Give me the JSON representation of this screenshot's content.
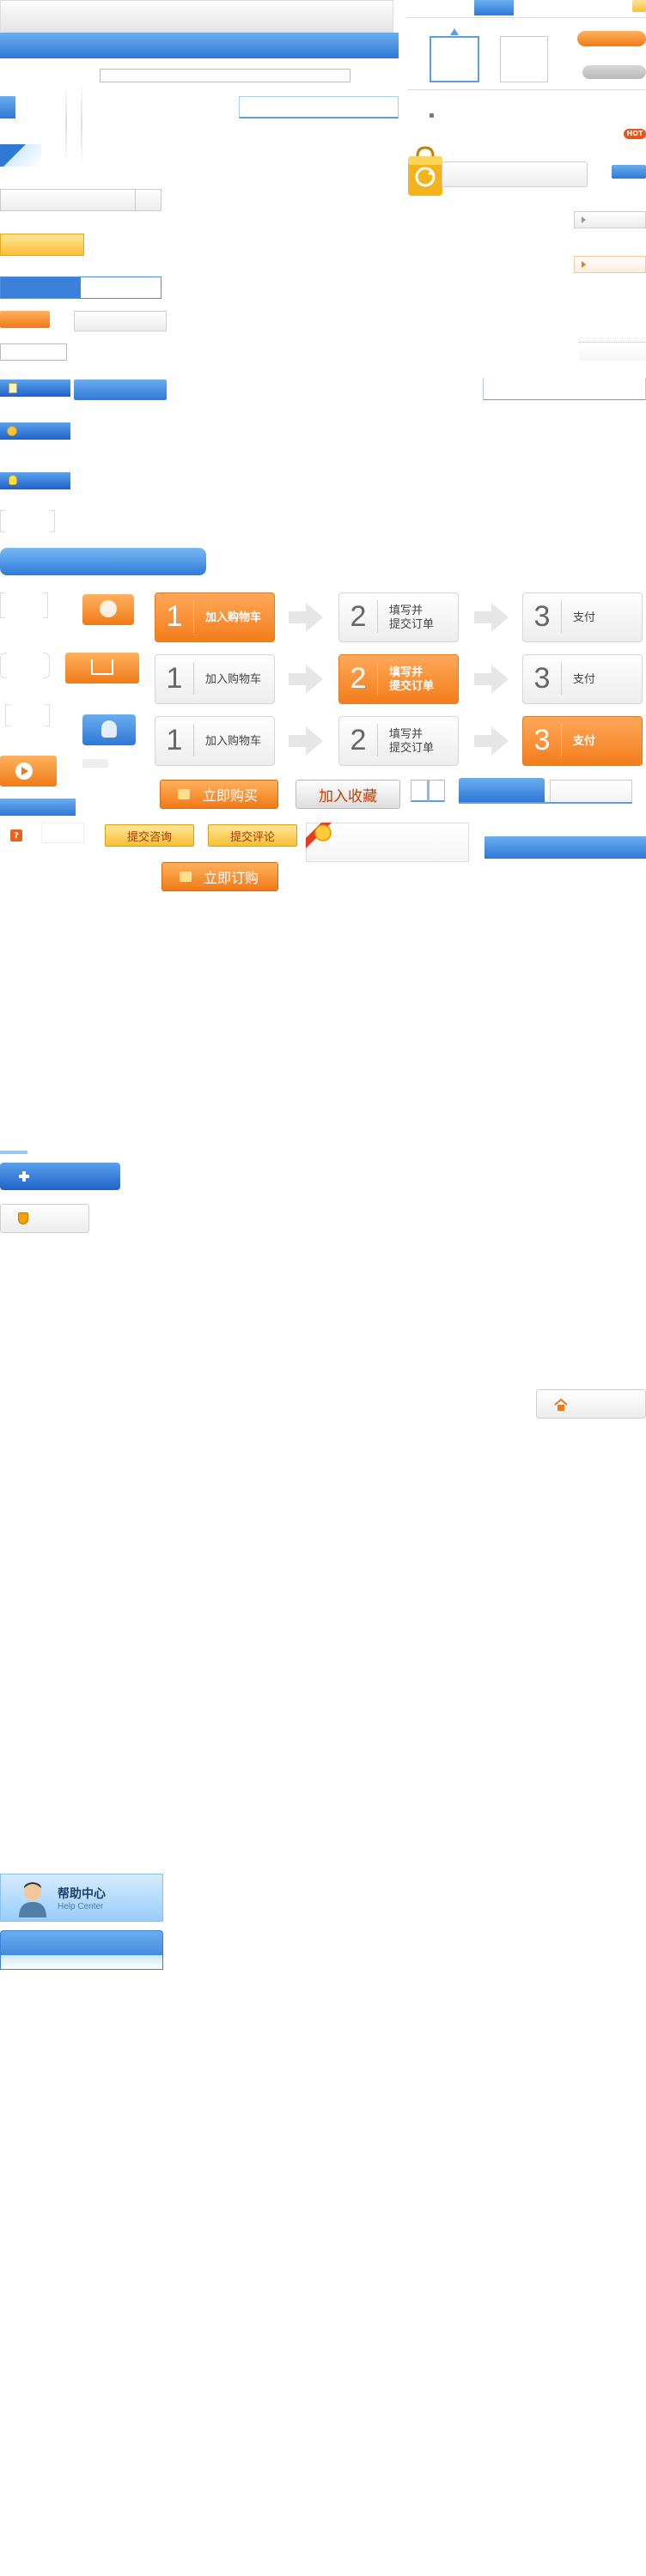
{
  "steps": [
    {
      "num": "1",
      "text": "加入购物车"
    },
    {
      "num": "2",
      "text": "填写并\n提交订单"
    },
    {
      "num": "3",
      "text": "支付"
    }
  ],
  "buttons": {
    "buy_now": "立即购买",
    "add_favorite": "加入收藏",
    "submit_inquiry": "提交咨询",
    "submit_review": "提交评论",
    "order_now": "立即订购"
  },
  "badges": {
    "hot": "HOT",
    "question": "?"
  },
  "help_center": {
    "title": "帮助中心",
    "subtitle": "Help Center"
  },
  "colors": {
    "blue": "#2f78d6",
    "orange": "#f27d1c",
    "yellow": "#f9c033"
  }
}
